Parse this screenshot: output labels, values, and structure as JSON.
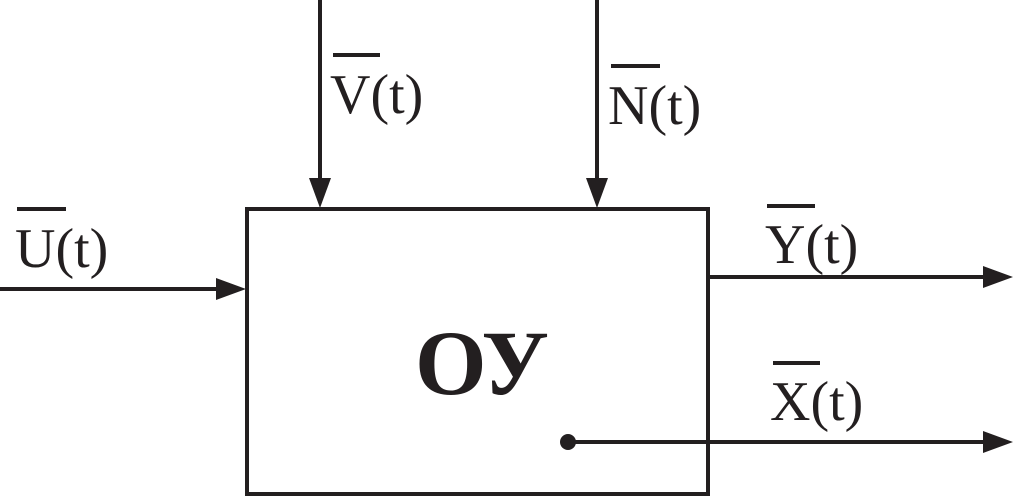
{
  "diagram": {
    "block": {
      "label": "ОУ"
    },
    "signals": {
      "input_u": {
        "label": "U(t)",
        "overline": "U"
      },
      "input_v": {
        "label": "V(t)",
        "overline": "V"
      },
      "input_n": {
        "label": "N(t)",
        "overline": "N"
      },
      "output_y": {
        "label": "Y(t)",
        "overline": "Y"
      },
      "output_x": {
        "label": "X(t)",
        "overline": "X"
      }
    }
  },
  "colors": {
    "ink": "#231f20",
    "background": "#ffffff"
  }
}
